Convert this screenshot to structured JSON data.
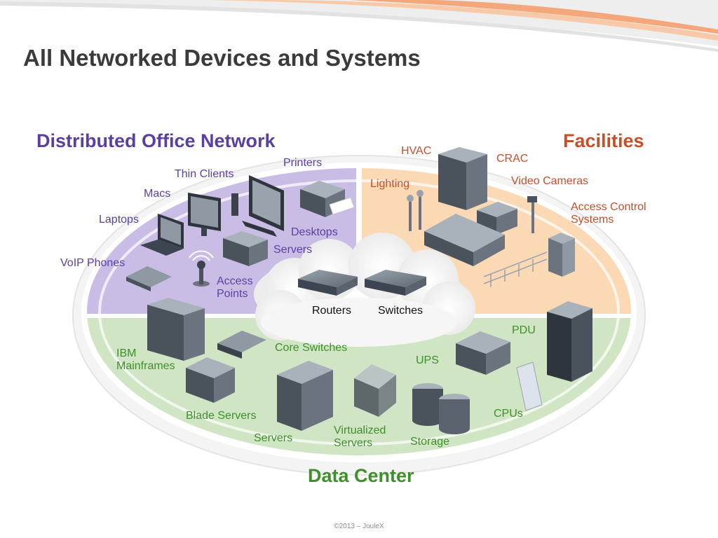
{
  "title": "All Networked Devices and Systems",
  "colors": {
    "office_region": "#c9bde6",
    "facilities_region": "#fbd9b5",
    "datacenter_region": "#cfe5c3",
    "office_text": "#5b3fa0",
    "facilities_text": "#c4502a",
    "datacenter_text": "#3f8f2c",
    "title_text": "#3b3b3b"
  },
  "sections": {
    "office": "Distributed Office Network",
    "facilities": "Facilities",
    "datacenter": "Data Center"
  },
  "office_labels": {
    "printers": "Printers",
    "thin_clients": "Thin Clients",
    "macs": "Macs",
    "laptops": "Laptops",
    "desktops": "Desktops",
    "servers": "Servers",
    "voip_phones": "VoIP Phones",
    "access_points": [
      "Access",
      "Points"
    ]
  },
  "facilities_labels": {
    "hvac": "HVAC",
    "crac": "CRAC",
    "lighting": "Lighting",
    "video_cameras": "Video Cameras",
    "access_control": [
      "Access Control",
      "Systems"
    ],
    "pdu": "PDU"
  },
  "core_labels": {
    "routers": "Routers",
    "switches": "Switches"
  },
  "datacenter_labels": {
    "ibm_mainframes": [
      "IBM",
      "Mainframes"
    ],
    "core_switches": "Core Switches",
    "ups": "UPS",
    "blade_servers": "Blade Servers",
    "servers": "Servers",
    "virtualized_servers": [
      "Virtualized",
      "Servers"
    ],
    "storage": "Storage",
    "cpus": "CPUs"
  },
  "footer": "©2013 – JouleX"
}
